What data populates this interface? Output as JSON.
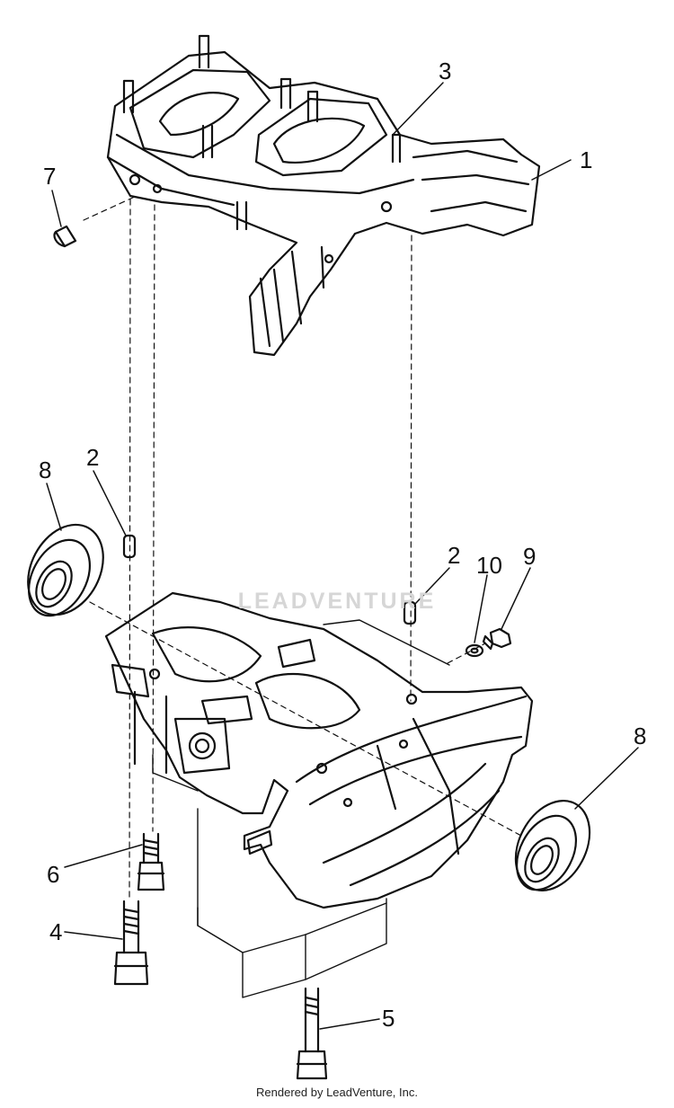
{
  "diagram": {
    "callouts": [
      "1",
      "2",
      "2",
      "3",
      "4",
      "5",
      "6",
      "7",
      "8",
      "8",
      "9",
      "10"
    ]
  },
  "watermark": {
    "text": "LEADVENTURE"
  },
  "footer": {
    "text": "Rendered by LeadVenture, Inc."
  }
}
